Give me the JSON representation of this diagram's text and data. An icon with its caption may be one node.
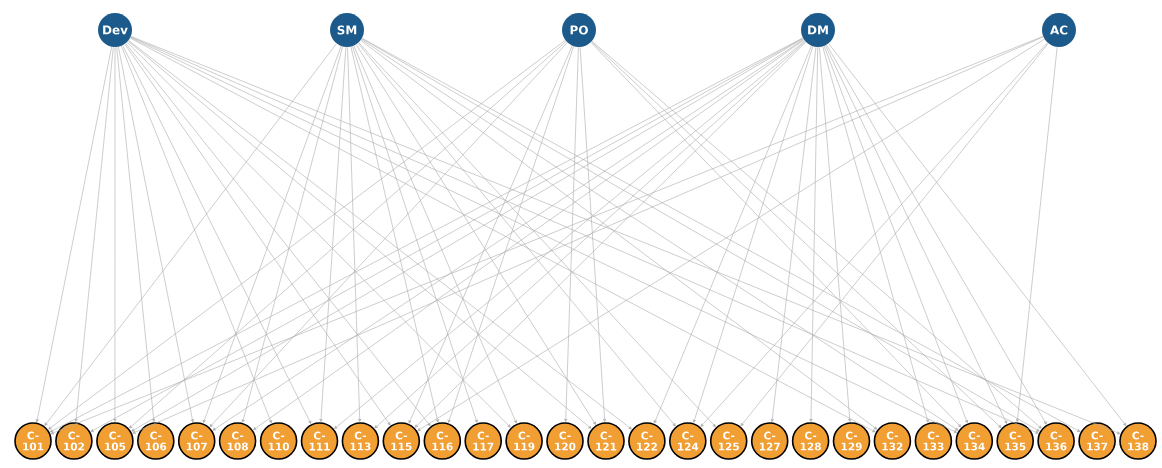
{
  "diagram": {
    "nodes": [
      {
        "text": [
          "Dev"
        ]
      },
      {
        "text": [
          "SM"
        ]
      },
      {
        "text": [
          "PO"
        ]
      },
      {
        "text": [
          "DM"
        ]
      },
      {
        "text": [
          "AC"
        ]
      },
      {
        "text": [
          "C-101"
        ]
      },
      {
        "text": [
          "C-102"
        ]
      },
      {
        "text": [
          "C-105"
        ]
      },
      {
        "text": [
          "C-106"
        ]
      },
      {
        "text": [
          "C-107"
        ]
      },
      {
        "text": [
          "C-108"
        ]
      },
      {
        "text": [
          "C-110"
        ]
      },
      {
        "text": [
          "C-111"
        ]
      },
      {
        "text": [
          "C-113"
        ]
      },
      {
        "text": [
          "C-115"
        ]
      },
      {
        "text": [
          "C-116"
        ]
      },
      {
        "text": [
          "C-117"
        ]
      },
      {
        "text": [
          "C-119"
        ]
      },
      {
        "text": [
          "C-120"
        ]
      },
      {
        "text": [
          "C-121"
        ]
      },
      {
        "text": [
          "C-122"
        ]
      },
      {
        "text": [
          "C-124"
        ]
      },
      {
        "text": [
          "C-125"
        ]
      },
      {
        "text": [
          "C-127"
        ]
      },
      {
        "text": [
          "C-128"
        ]
      },
      {
        "text": [
          "C-129"
        ]
      },
      {
        "text": [
          "C-132"
        ]
      },
      {
        "text": [
          "C-133"
        ]
      },
      {
        "text": [
          "C-134"
        ]
      },
      {
        "text": [
          "C-135"
        ]
      },
      {
        "text": [
          "C-136"
        ]
      },
      {
        "text": [
          "C-137"
        ]
      },
      {
        "text": [
          "C-138"
        ]
      }
    ],
    "edges": [
      {
        "from": 0,
        "to": 5,
        "arrow": "to"
      },
      {
        "from": 0,
        "to": 6,
        "arrow": "to"
      },
      {
        "from": 0,
        "to": 7,
        "arrow": "to"
      },
      {
        "from": 0,
        "to": 8,
        "arrow": "to"
      },
      {
        "from": 0,
        "to": 9,
        "arrow": "to"
      },
      {
        "from": 0,
        "to": 11,
        "arrow": "to"
      },
      {
        "from": 0,
        "to": 12,
        "arrow": "to"
      },
      {
        "from": 0,
        "to": 14,
        "arrow": "to"
      },
      {
        "from": 0,
        "to": 15,
        "arrow": "to"
      },
      {
        "from": 0,
        "to": 17,
        "arrow": "to"
      },
      {
        "from": 0,
        "to": 19,
        "arrow": "to"
      },
      {
        "from": 0,
        "to": 20,
        "arrow": "to"
      },
      {
        "from": 0,
        "to": 26,
        "arrow": "to"
      },
      {
        "from": 0,
        "to": 28,
        "arrow": "to"
      },
      {
        "from": 0,
        "to": 30,
        "arrow": "to"
      },
      {
        "from": 0,
        "to": 32,
        "arrow": "to"
      },
      {
        "from": 1,
        "to": 5,
        "arrow": "to"
      },
      {
        "from": 1,
        "to": 9,
        "arrow": "to"
      },
      {
        "from": 1,
        "to": 10,
        "arrow": "to"
      },
      {
        "from": 1,
        "to": 12,
        "arrow": "to"
      },
      {
        "from": 1,
        "to": 13,
        "arrow": "to"
      },
      {
        "from": 1,
        "to": 15,
        "arrow": "to"
      },
      {
        "from": 1,
        "to": 16,
        "arrow": "to"
      },
      {
        "from": 1,
        "to": 17,
        "arrow": "to"
      },
      {
        "from": 1,
        "to": 19,
        "arrow": "to"
      },
      {
        "from": 1,
        "to": 21,
        "arrow": "to"
      },
      {
        "from": 1,
        "to": 22,
        "arrow": "to"
      },
      {
        "from": 1,
        "to": 26,
        "arrow": "to"
      },
      {
        "from": 1,
        "to": 28,
        "arrow": "to"
      },
      {
        "from": 1,
        "to": 30,
        "arrow": "to"
      },
      {
        "from": 1,
        "to": 31,
        "arrow": "to"
      },
      {
        "from": 2,
        "to": 5,
        "arrow": "to"
      },
      {
        "from": 2,
        "to": 7,
        "arrow": "to"
      },
      {
        "from": 2,
        "to": 9,
        "arrow": "to"
      },
      {
        "from": 2,
        "to": 14,
        "arrow": "to"
      },
      {
        "from": 2,
        "to": 15,
        "arrow": "to"
      },
      {
        "from": 2,
        "to": 18,
        "arrow": "to"
      },
      {
        "from": 2,
        "to": 19,
        "arrow": "to"
      },
      {
        "from": 2,
        "to": 28,
        "arrow": "to"
      },
      {
        "from": 2,
        "to": 29,
        "arrow": "to"
      },
      {
        "from": 2,
        "to": 30,
        "arrow": "to"
      },
      {
        "from": 3,
        "to": 5,
        "arrow": "to"
      },
      {
        "from": 3,
        "to": 6,
        "arrow": "to"
      },
      {
        "from": 3,
        "to": 7,
        "arrow": "to"
      },
      {
        "from": 3,
        "to": 9,
        "arrow": "to"
      },
      {
        "from": 3,
        "to": 10,
        "arrow": "to"
      },
      {
        "from": 3,
        "to": 12,
        "arrow": "to"
      },
      {
        "from": 3,
        "to": 13,
        "arrow": "to"
      },
      {
        "from": 3,
        "to": 14,
        "arrow": "to"
      },
      {
        "from": 3,
        "to": 20,
        "arrow": "to"
      },
      {
        "from": 3,
        "to": 21,
        "arrow": "to"
      },
      {
        "from": 3,
        "to": 23,
        "arrow": "to"
      },
      {
        "from": 3,
        "to": 24,
        "arrow": "to"
      },
      {
        "from": 3,
        "to": 25,
        "arrow": "to"
      },
      {
        "from": 3,
        "to": 27,
        "arrow": "to"
      },
      {
        "from": 3,
        "to": 28,
        "arrow": "to"
      },
      {
        "from": 3,
        "to": 29,
        "arrow": "to"
      },
      {
        "from": 3,
        "to": 30,
        "arrow": "to"
      },
      {
        "from": 3,
        "to": 32,
        "arrow": "to"
      },
      {
        "from": 4,
        "to": 5,
        "arrow": "to"
      },
      {
        "from": 4,
        "to": 7,
        "arrow": "to"
      },
      {
        "from": 4,
        "to": 14,
        "arrow": "to"
      },
      {
        "from": 4,
        "to": 21,
        "arrow": "to"
      },
      {
        "from": 4,
        "to": 22,
        "arrow": "to"
      },
      {
        "from": 4,
        "to": 29,
        "arrow": "to"
      }
    ]
  }
}
